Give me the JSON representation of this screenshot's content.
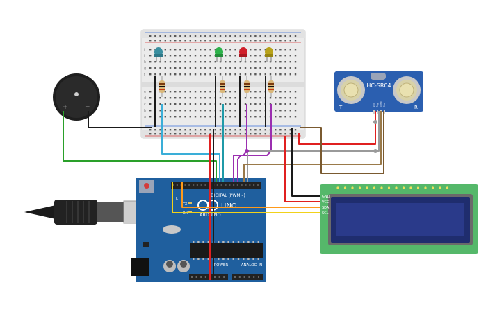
{
  "colors": {
    "wire_black": "#1a1a1a",
    "wire_red": "#e02020",
    "wire_green": "#2aa02a",
    "wire_cyan": "#3aaed8",
    "wire_teal": "#1f9aa8",
    "wire_purple": "#9b2fb0",
    "wire_brown": "#9a7a4a",
    "wire_orange": "#ff9a1a",
    "wire_yellow": "#f2d21a",
    "wire_grey": "#9a9a9a",
    "arduino_blue": "#1f5f9e",
    "lcd_green": "#55b86a",
    "lcd_screen": "#2a3a8a",
    "sensor_blue": "#2b5fb0",
    "led_blue": "#3a8fa0",
    "led_green": "#2db24a",
    "led_red": "#d01f2a",
    "led_yellow": "#b8a21a"
  },
  "arduino": {
    "brand": "ARDUINO",
    "model": "UNO",
    "digital_label": "DIGITAL (PWM~)",
    "power_label": "POWER",
    "analog_label": "ANALOG IN",
    "tx_label": "TX",
    "rx_label": "RX",
    "l_label": "L"
  },
  "sensor": {
    "label": "HC-SR04",
    "pins": [
      "Vcc",
      "Trig",
      "Echo",
      "Gnd"
    ]
  },
  "lcd": {
    "pins": [
      "GND",
      "VCC",
      "SDA",
      "SCL"
    ]
  },
  "buzzer": {
    "plus": "+",
    "minus": "−"
  },
  "breadboard": {
    "rows_top": [
      "j",
      "i",
      "h",
      "g",
      "f"
    ],
    "rows_bottom": [
      "e",
      "d",
      "c",
      "b",
      "a"
    ]
  }
}
